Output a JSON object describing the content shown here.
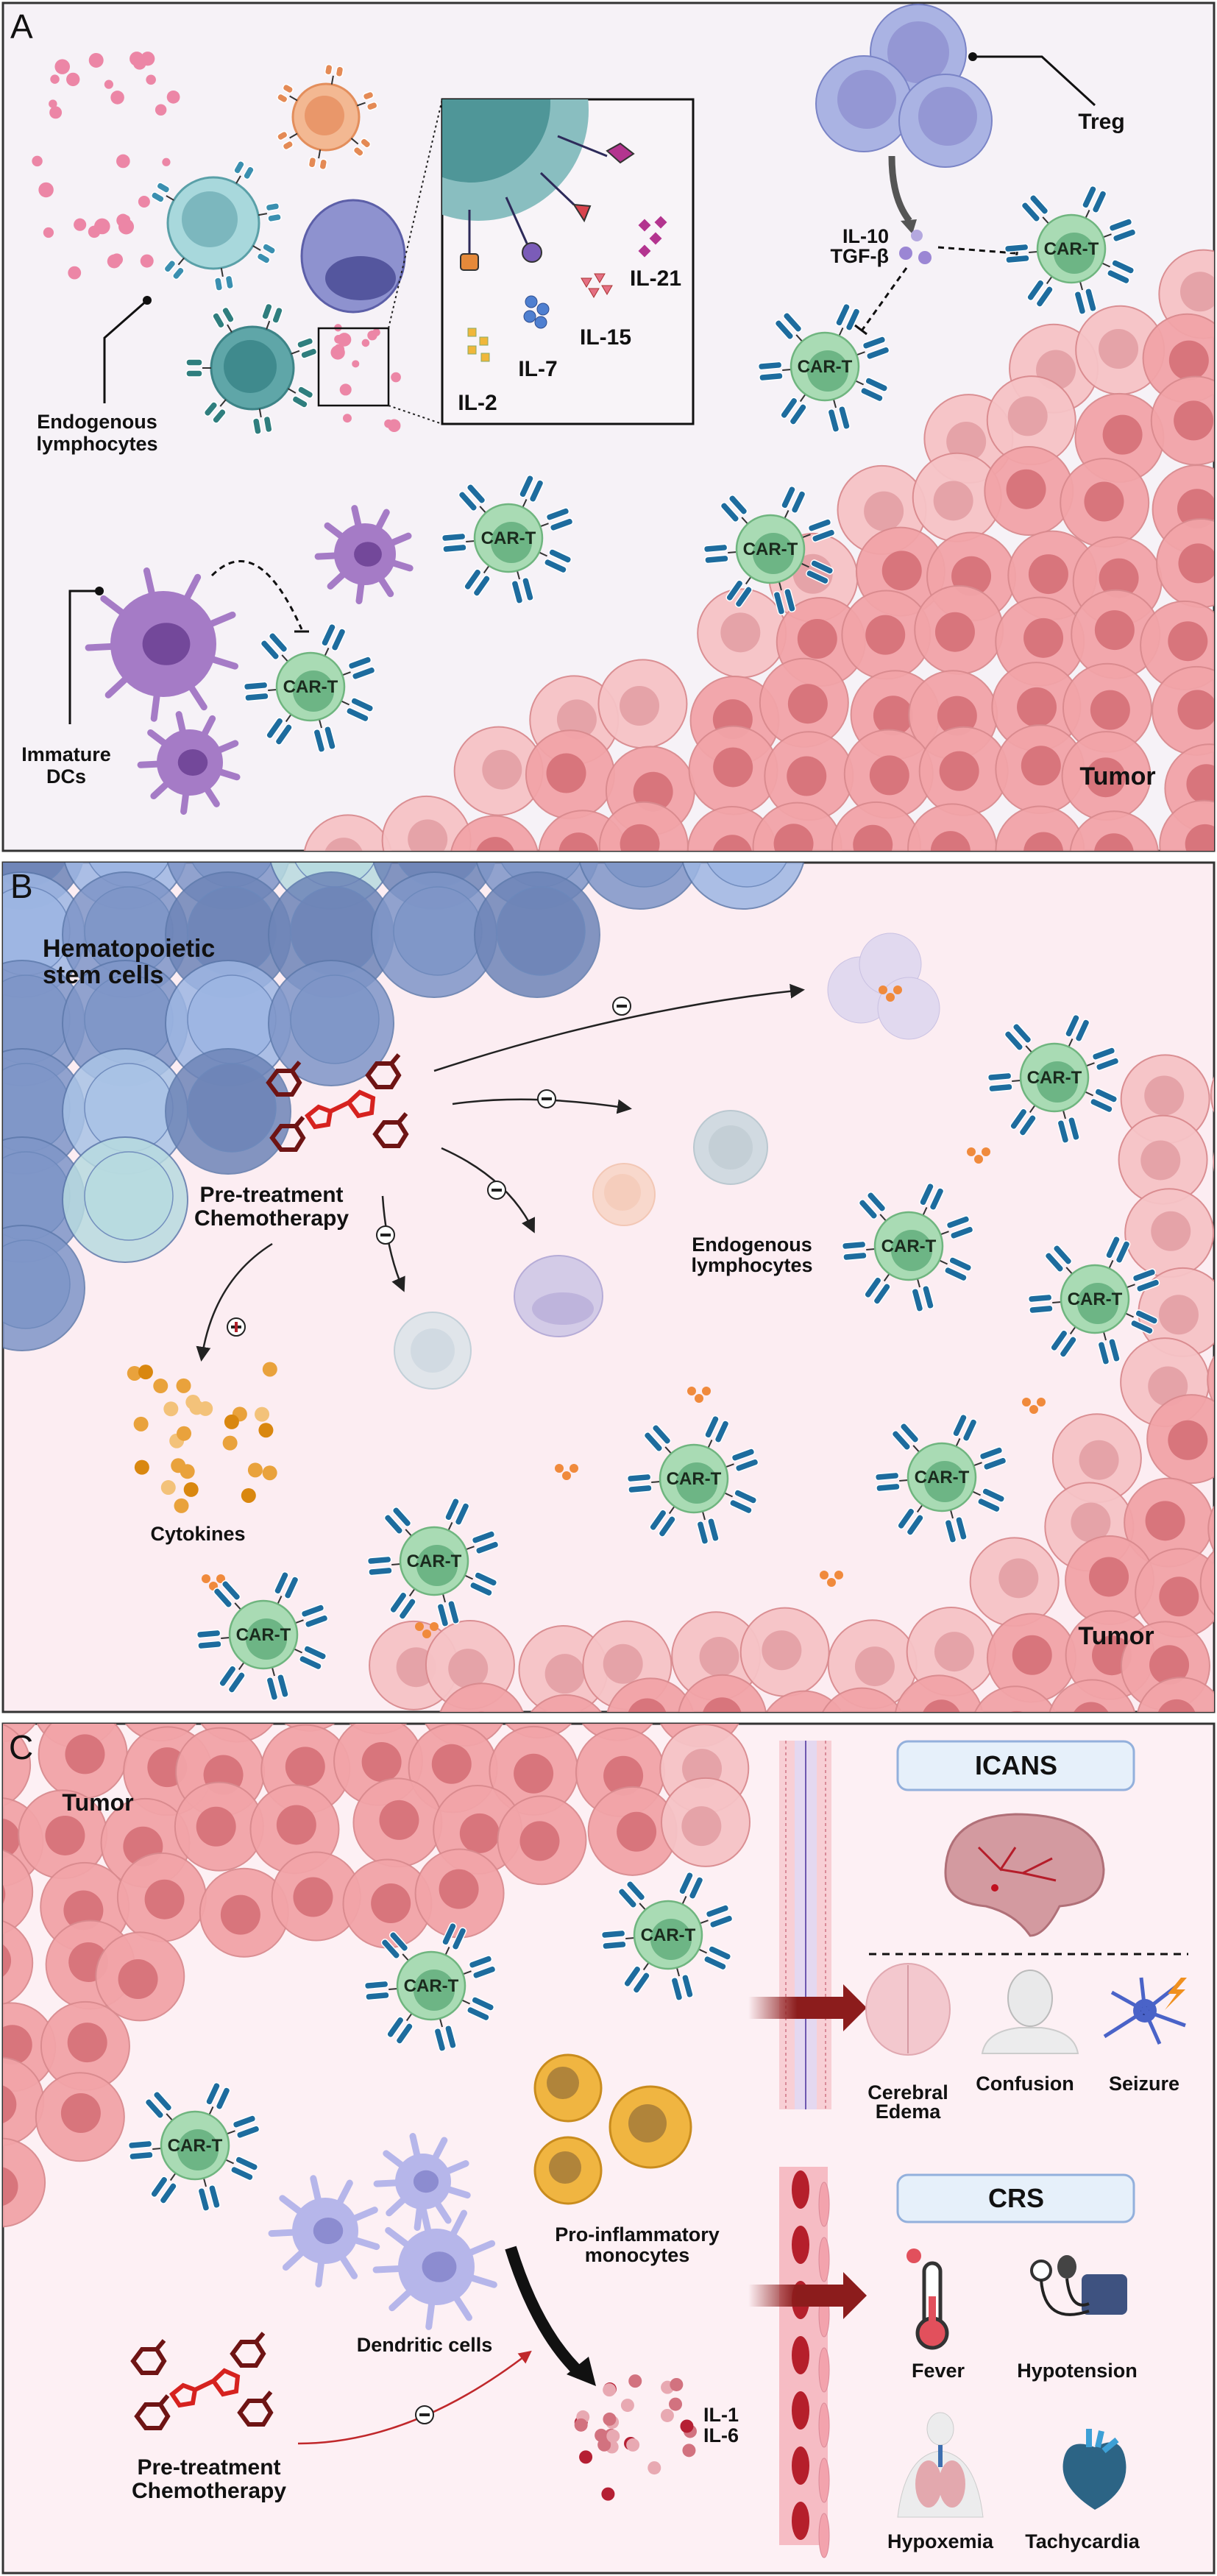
{
  "panel_a": {
    "letter": "A",
    "endogenous_lymphocytes": [
      "Endogenous",
      "lymphocytes"
    ],
    "immature_dcs": [
      "Immature",
      "DCs"
    ],
    "treg": "Treg",
    "il10": "IL-10",
    "tgfb": "TGF-β",
    "inset": {
      "il21": "IL-21",
      "il15": "IL-15",
      "il7": "IL-7",
      "il2": "IL-2"
    },
    "car_t": [
      "CAR-T",
      "CAR-T",
      "CAR-T",
      "CAR-T",
      "CAR-T"
    ],
    "tumor": "Tumor"
  },
  "panel_b": {
    "letter": "B",
    "hsc": [
      "Hematopoietic",
      "stem cells"
    ],
    "chemo": [
      "Pre-treatment",
      "Chemotherapy"
    ],
    "endogenous_lymphocytes": [
      "Endogenous",
      "lymphocytes"
    ],
    "cytokines": "Cytokines",
    "car_t": [
      "CAR-T",
      "CAR-T",
      "CAR-T",
      "CAR-T",
      "CAR-T",
      "CAR-T",
      "CAR-T"
    ],
    "tumor": "Tumor"
  },
  "panel_c": {
    "letter": "C",
    "tumor": "Tumor",
    "car_t": [
      "CAR-T",
      "CAR-T",
      "CAR-T"
    ],
    "monocytes": [
      "Pro-inflammatory",
      "monocytes"
    ],
    "dendritic_cells": "Dendritic cells",
    "chemo": [
      "Pre-treatment",
      "Chemotherapy"
    ],
    "interleukins": [
      "IL-1",
      "IL-6"
    ],
    "icans": {
      "title": "ICANS",
      "cerebral_edema": [
        "Cerebral",
        "Edema"
      ],
      "confusion": "Confusion",
      "seizure": "Seizure"
    },
    "crs": {
      "title": "CRS",
      "fever": "Fever",
      "hypotension": "Hypotension",
      "hypoxemia": "Hypoxemia",
      "tachycardia": "Tachycardia"
    }
  },
  "colors": {
    "panel_a_bg": "#f6f2f7",
    "panel_b_bg": "#fcedf2",
    "panel_c_bg": "#fdf0f4",
    "car_t_cell": "#a9dbb4",
    "car_receptor": "#1d6c9e",
    "tumor_cell": "#f2a4a8",
    "tumor_nucleus": "#d8757c",
    "arrow_red": "#8c1c1c"
  },
  "icons": [
    "minus-circle-icon",
    "plus-circle-icon",
    "brain-icon",
    "head-icon",
    "neuron-icon",
    "thermometer-icon",
    "blood-pressure-cuff-icon",
    "lungs-icon",
    "heart-icon"
  ]
}
